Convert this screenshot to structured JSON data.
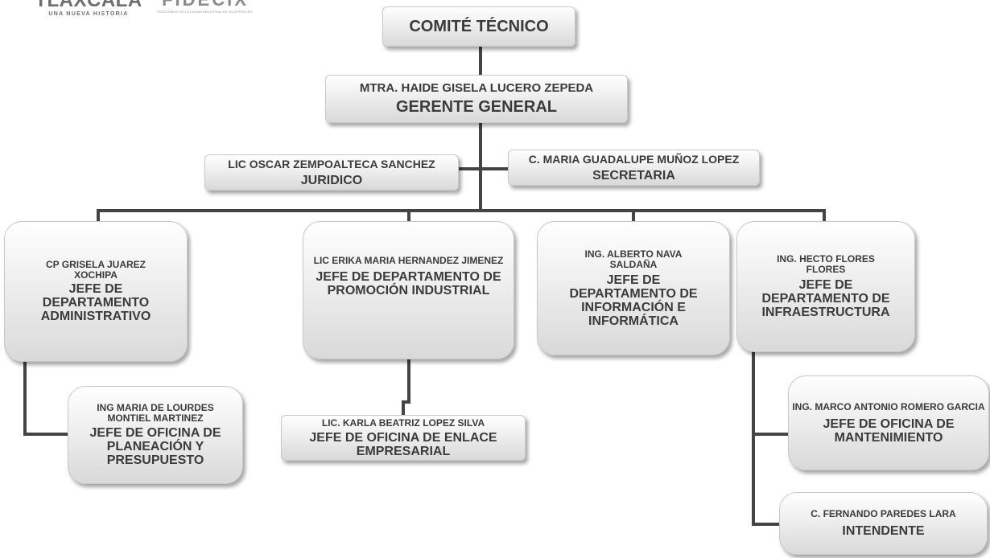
{
  "logos": {
    "left_title": "TLAXCALA",
    "left_subtitle": "UNA NUEVA HISTORIA",
    "right_title": "FIDECIX",
    "right_subtitle": "FIDEICOMISO DE LA CIUDAD INDUSTRIAL DE XICOHTÉNCATL"
  },
  "nodes": {
    "comite": {
      "role": "COMITÉ TÉCNICO"
    },
    "gerente": {
      "name": "MTRA. HAIDE GISELA LUCERO ZEPEDA",
      "role": "GERENTE GENERAL"
    },
    "juridico": {
      "name": "LIC OSCAR ZEMPOALTECA SANCHEZ",
      "role": "JURIDICO"
    },
    "secretaria": {
      "name": "C. MARIA GUADALUPE MUÑOZ LOPEZ",
      "role": "SECRETARIA"
    },
    "administrativo": {
      "name": "CP GRISELA JUAREZ XOCHIPA",
      "role": "JEFE DE DEPARTAMENTO ADMINISTRATIVO"
    },
    "promocion": {
      "name": "LIC ERIKA MARIA HERNANDEZ JIMENEZ",
      "role": "JEFE DE DEPARTAMENTO DE PROMOCIÓN INDUSTRIAL"
    },
    "informacion": {
      "name": "ING. ALBERTO NAVA SALDAÑA",
      "role": "JEFE DE DEPARTAMENTO DE INFORMACIÓN E INFORMÁTICA"
    },
    "infraestructura": {
      "name": "ING. HECTO FLORES FLORES",
      "role": "JEFE DE DEPARTAMENTO DE INFRAESTRUCTURA"
    },
    "planeacion": {
      "name": "ING MARIA DE LOURDES MONTIEL MARTINEZ",
      "role": "JEFE DE OFICINA DE PLANEACIÓN Y PRESUPUESTO"
    },
    "enlace": {
      "name": "LIC. KARLA BEATRIZ LOPEZ SILVA",
      "role": "JEFE DE OFICINA DE ENLACE EMPRESARIAL"
    },
    "mantenimiento": {
      "name": "ING. MARCO ANTONIO ROMERO GARCIA",
      "role": "JEFE DE OFICINA DE MANTENIMIENTO"
    },
    "intendente": {
      "name": "C. FERNANDO PAREDES LARA",
      "role": "INTENDENTE"
    }
  }
}
